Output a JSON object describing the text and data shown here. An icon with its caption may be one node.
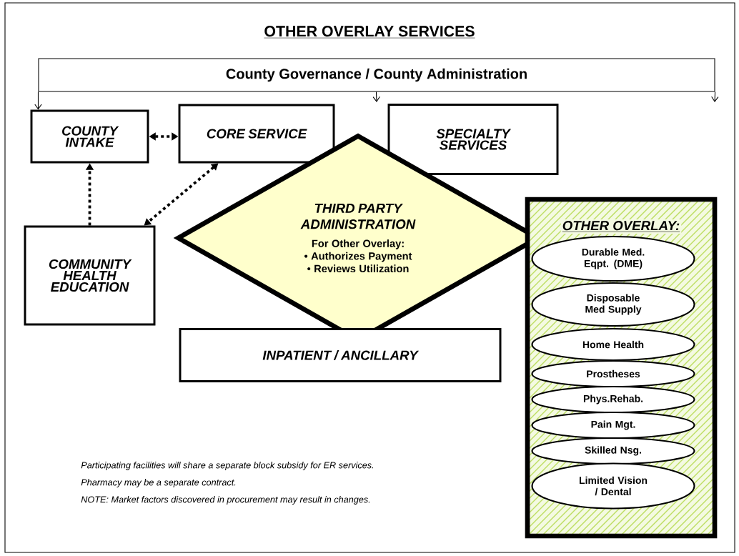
{
  "diagram": {
    "title": "OTHER OVERLAY SERVICES",
    "nodes": [
      {
        "text": [
          "County Governance / County Administration"
        ]
      },
      {
        "text": [
          "COUNTY INTAKE"
        ]
      },
      {
        "text": [
          "CORE SERVICE"
        ]
      },
      {
        "text": [
          "SPECIALTY SERVICES"
        ]
      },
      {
        "text": [
          "THIRD PARTY ADMINISTRATION",
          "For Other Overlay:",
          "• Authorizes Payment",
          "• Reviews Utilization"
        ]
      },
      {
        "text": [
          "COMMUNITY HEALTH EDUCATION"
        ]
      },
      {
        "text": [
          "INPATIENT / ANCILLARY"
        ]
      },
      {
        "text": [
          "OTHER OVERLAY:"
        ]
      },
      {
        "text": [
          "Durable Med. Eqpt. (DME)"
        ],
        "in": 7
      },
      {
        "text": [
          "Disposable Med Supply"
        ],
        "in": 7
      },
      {
        "text": [
          "Home Health"
        ],
        "in": 7
      },
      {
        "text": [
          "Prostheses"
        ],
        "in": 7
      },
      {
        "text": [
          "Phys.Rehab."
        ],
        "in": 7
      },
      {
        "text": [
          "Pain Mgt."
        ],
        "in": 7
      },
      {
        "text": [
          "Skilled Nsg."
        ],
        "in": 7
      },
      {
        "text": [
          "Limited Vision / Dental"
        ],
        "in": 7
      }
    ],
    "edges": [
      {
        "from": 0,
        "to": 1,
        "arrow": "to"
      },
      {
        "from": 0,
        "to": null,
        "arrow": "to"
      },
      {
        "from": 0,
        "to": null,
        "arrow": "to"
      },
      {
        "from": 1,
        "to": 2,
        "arrow": "both",
        "style": "dashed"
      },
      {
        "from": 5,
        "to": 1,
        "arrow": "to",
        "style": "dashed"
      },
      {
        "from": 2,
        "to": 5,
        "arrow": "both",
        "style": "dashed"
      }
    ],
    "labels": [
      "Participating facilities will share a separate block subsidy for ER services.",
      "Pharmacy may be a separate contract.",
      "NOTE:  Market factors discovered in procurement may result in changes."
    ]
  }
}
